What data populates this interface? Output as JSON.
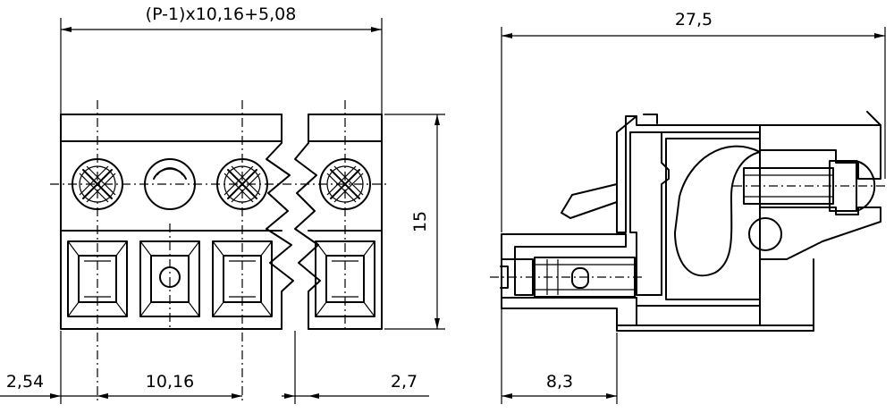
{
  "dimensions": {
    "top_left": "(P-1)x10,16+5,08",
    "top_right": "27,5",
    "height": "15",
    "bottom_pitch_offset": "2,54",
    "bottom_pitch": "10,16",
    "bottom_right_gap": "2,7",
    "bottom_depth": "8,3"
  },
  "colors": {
    "line": "#000000",
    "background": "#ffffff"
  }
}
